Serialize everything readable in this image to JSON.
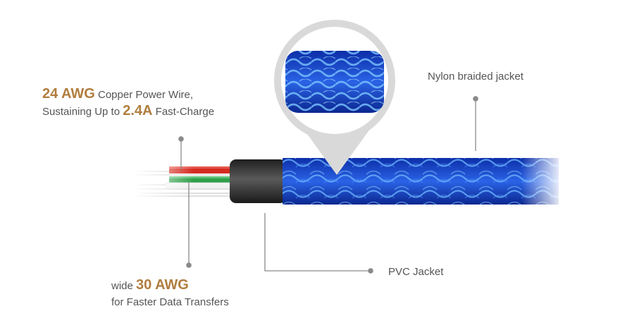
{
  "labels": {
    "power_wire": {
      "gauge": "24 AWG",
      "line1_rest": " Copper Power Wire,",
      "line2_prefix": "Sustaining Up to ",
      "current": "2.4A",
      "line2_suffix": " Fast-Charge"
    },
    "data_wire": {
      "prefix": "wide ",
      "gauge": "30 AWG",
      "line2": "for Faster Data Transfers"
    },
    "nylon": "Nylon braided jacket",
    "pvc": "PVC Jacket"
  },
  "colors": {
    "accent": "#b07d3e",
    "text": "#555555",
    "braid_blue": "#1f4fd4",
    "pvc": "#3a3a3a",
    "wire_red": "#d42b20",
    "wire_green": "#2fa04a",
    "callout_ring": "#d9d9d9",
    "leader": "#8a8a8a"
  }
}
